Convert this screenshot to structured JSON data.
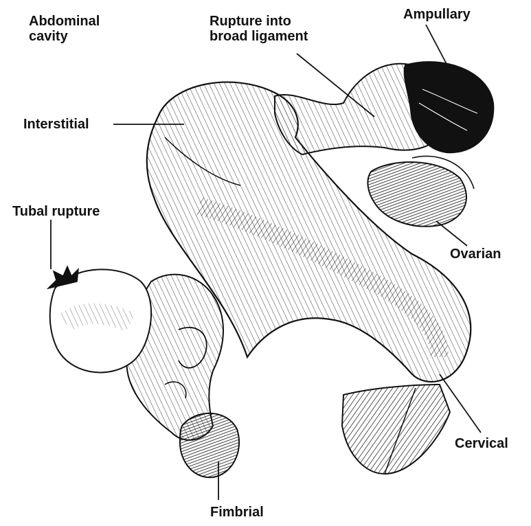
{
  "labels": {
    "abdominal": [
      "Abdominal",
      "cavity"
    ],
    "rupture_broad": [
      "Rupture into",
      "broad ligament"
    ],
    "ampullary": "Ampullary",
    "interstitial": "Interstitial",
    "tubal_rupture": "Tubal rupture",
    "ovarian": "Ovarian",
    "cervical": "Cervical",
    "fimbrial": "Fimbrial"
  },
  "colors": {
    "ink": "#111111",
    "paper": "#ffffff",
    "shade": "#1a1a1a"
  }
}
